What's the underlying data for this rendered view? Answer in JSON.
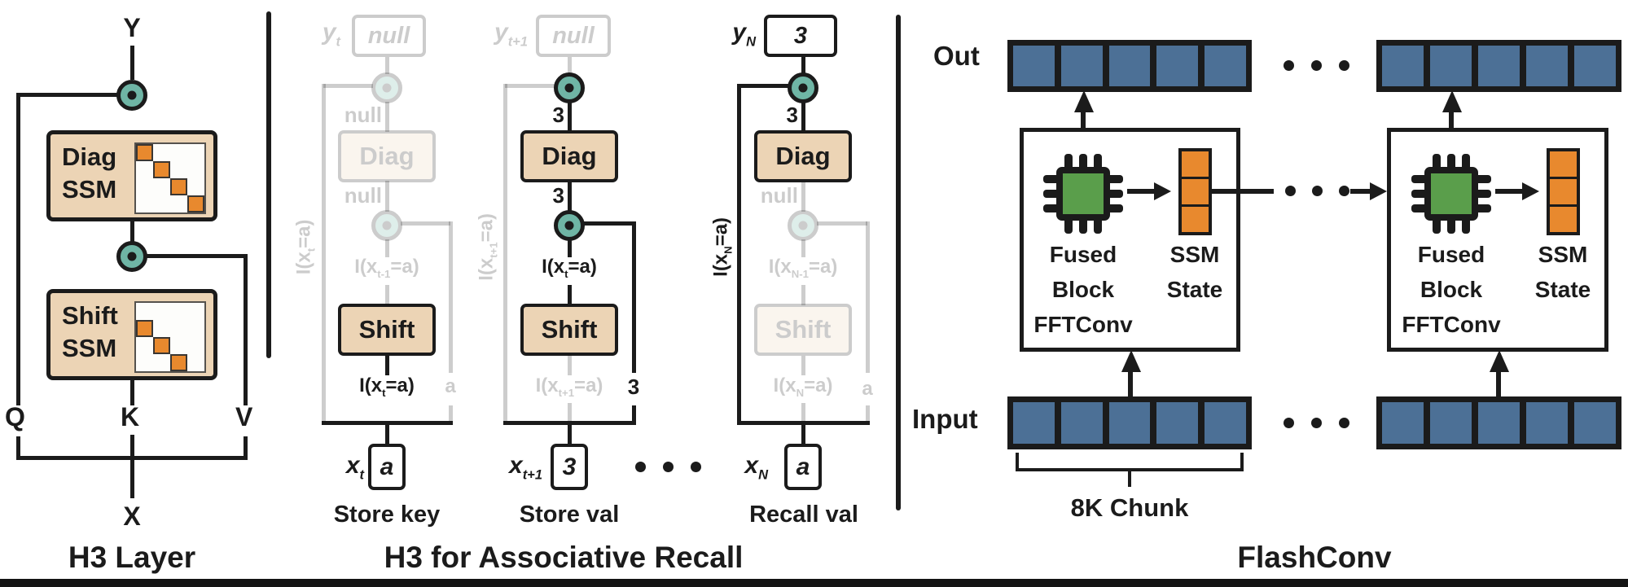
{
  "colors": {
    "ink": "#1B1B1B",
    "tan": "#ECD4B5",
    "teal": "#6FB5A5",
    "orange": "#E8892E",
    "blue": "#4C7096",
    "green": "#5A9E4B"
  },
  "h3_layer": {
    "title": "H3 Layer",
    "out_label": "Y",
    "q_label": "Q",
    "k_label": "K",
    "v_label": "V",
    "in_label": "X",
    "diag_block": {
      "line1": "Diag",
      "line2": "SSM",
      "matrix_cells": [
        "0,0",
        "1,1",
        "2,2",
        "3,3"
      ]
    },
    "shift_block": {
      "line1": "Shift",
      "line2": "SSM",
      "matrix_cells": [
        "1,0",
        "2,1",
        "3,2"
      ]
    }
  },
  "assoc": {
    "title": "H3 for Associative Recall",
    "columns": [
      {
        "caption": "Store key",
        "y_pre": "y",
        "y_sub": "t",
        "y_value": "null",
        "a_label": "null",
        "diag_label": "Diag",
        "b_label": "null",
        "c_pre": "I(x",
        "c_sub": "t-1",
        "c_post": "=a)",
        "shift_label": "Shift",
        "d_pre": "I(x",
        "d_sub": "t",
        "d_post": "=a)",
        "rot_pre": "I(x",
        "rot_sub": "t",
        "rot_post": "=a)",
        "side_label": "a",
        "x_pre": "x",
        "x_sub": "t",
        "x_value": "a"
      },
      {
        "caption": "Store val",
        "y_pre": "y",
        "y_sub": "t+1",
        "y_value": "null",
        "a_label": "3",
        "diag_label": "Diag",
        "b_label": "3",
        "c_pre": "I(x",
        "c_sub": "t",
        "c_post": "=a)",
        "shift_label": "Shift",
        "d_pre": "I(x",
        "d_sub": "t+1",
        "d_post": "=a)",
        "rot_pre": "I(x",
        "rot_sub": "t+1",
        "rot_post": "=a)",
        "side_label": "3",
        "x_pre": "x",
        "x_sub": "t+1",
        "x_value": "3"
      },
      {
        "caption": "Recall val",
        "y_pre": "y",
        "y_sub": "N",
        "y_value": "3",
        "a_label": "3",
        "diag_label": "Diag",
        "b_label": "null",
        "c_pre": "I(x",
        "c_sub": "N-1",
        "c_post": "=a)",
        "shift_label": "Shift",
        "d_pre": "I(x",
        "d_sub": "N",
        "d_post": "=a)",
        "rot_pre": "I(x",
        "rot_sub": "N",
        "rot_post": "=a)",
        "side_label": "a",
        "x_pre": "x",
        "x_sub": "N",
        "x_value": "a"
      }
    ]
  },
  "flashconv": {
    "title": "FlashConv",
    "out_label": "Out",
    "input_label": "Input",
    "chunk_label": "8K Chunk",
    "units": [
      {
        "block_line1": "Fused",
        "block_line2": "Block",
        "block_line3": "FFTConv",
        "state_line1": "SSM",
        "state_line2": "State"
      },
      {
        "block_line1": "Fused",
        "block_line2": "Block",
        "block_line3": "FFTConv",
        "state_line1": "SSM",
        "state_line2": "State"
      }
    ]
  }
}
